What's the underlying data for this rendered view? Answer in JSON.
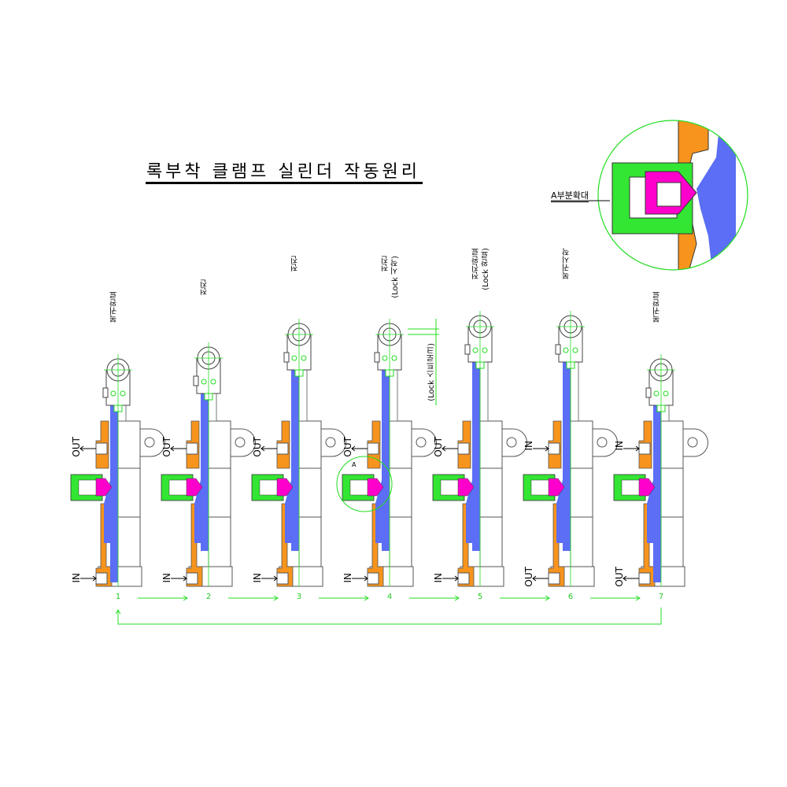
{
  "title": "록부착 클램프 실린더 작동원리",
  "detail_label": "A부분확대",
  "detail_marker": "A",
  "lock_stroke_label": "(Lock 스트로크)",
  "colors": {
    "body": "#f7941d",
    "rod": "#5b6ef5",
    "lock": "#33e633",
    "seal": "#ff00cc",
    "guide": "#22dd22"
  },
  "stages": [
    {
      "number": "1",
      "label": "복귀완료",
      "sub": "",
      "top_port": "OUT",
      "bottom_port": "IN"
    },
    {
      "number": "2",
      "label": "전진",
      "sub": "",
      "top_port": "OUT",
      "bottom_port": "IN"
    },
    {
      "number": "3",
      "label": "전진",
      "sub": "",
      "top_port": "OUT",
      "bottom_port": "IN"
    },
    {
      "number": "4",
      "label": "전진",
      "sub": "(Lock 시작)",
      "top_port": "OUT",
      "bottom_port": "IN"
    },
    {
      "number": "5",
      "label": "전진완료",
      "sub": "(Lock 완료)",
      "top_port": "OUT",
      "bottom_port": "IN"
    },
    {
      "number": "6",
      "label": "복귀시작",
      "sub": "",
      "top_port": "IN",
      "bottom_port": "OUT"
    },
    {
      "number": "7",
      "label": "복귀완료",
      "sub": "",
      "top_port": "IN",
      "bottom_port": "OUT"
    }
  ]
}
